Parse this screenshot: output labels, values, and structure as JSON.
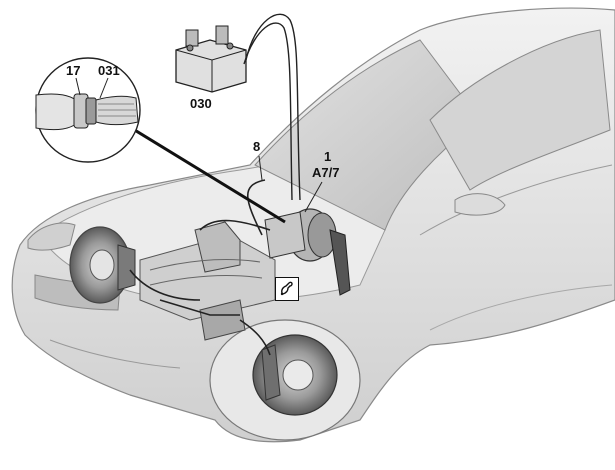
{
  "callouts": {
    "seal": "17",
    "hose": "031",
    "bleeder_unit": "030",
    "brake_line": "8",
    "master_cylinder": "1",
    "brake_booster_code": "A7/7"
  },
  "icons": {
    "special_tool": "wrench-symbol-icon"
  }
}
